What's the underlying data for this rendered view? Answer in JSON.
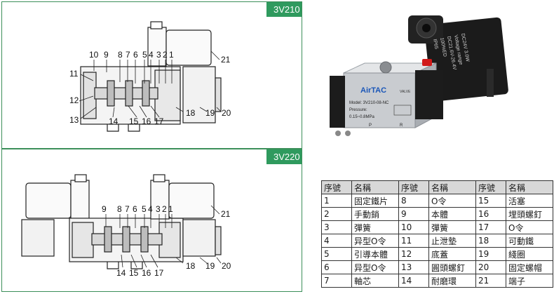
{
  "diagram_top": {
    "tag": "3V210",
    "callouts": [
      "10",
      "9",
      "8",
      "7",
      "6",
      "5",
      "4",
      "3",
      "2",
      "1",
      "11",
      "12",
      "13",
      "14",
      "15",
      "16",
      "17",
      "18",
      "19",
      "20",
      "21"
    ]
  },
  "diagram_bottom": {
    "tag": "3V220",
    "callouts": [
      "9",
      "8",
      "7",
      "6",
      "5",
      "4",
      "3",
      "2",
      "1",
      "14",
      "15",
      "16",
      "17",
      "18",
      "19",
      "20",
      "21"
    ]
  },
  "product": {
    "brand": "AirTAC",
    "valve_label": "VALVE",
    "model": "Model: 3V210-08-NC",
    "pressure_label": "Pressure:",
    "pressure": "0.15~0.8MPa",
    "port_p": "P",
    "port_r": "R",
    "coil_text": [
      "DC24V 3.0W",
      "Voltage range",
      "DC21.6V-26.4V",
      "100%ED",
      "IP65"
    ]
  },
  "table": {
    "headers": [
      "序號",
      "名稱",
      "序號",
      "名稱",
      "序號",
      "名稱"
    ],
    "rows": [
      [
        "1",
        "固定鐵片",
        "8",
        "O令",
        "15",
        "活塞"
      ],
      [
        "2",
        "手動銷",
        "9",
        "本體",
        "16",
        "埋頭螺釘"
      ],
      [
        "3",
        "彈簧",
        "10",
        "彈簧",
        "17",
        "O令"
      ],
      [
        "4",
        "异型O令",
        "11",
        "止泄墊",
        "18",
        "可動鐵"
      ],
      [
        "5",
        "引導本體",
        "12",
        "底蓋",
        "19",
        "綫圈"
      ],
      [
        "6",
        "异型O令",
        "13",
        "圓頭螺釘",
        "20",
        "固定螺帽"
      ],
      [
        "7",
        "軸芯",
        "14",
        "耐磨環",
        "21",
        "端子"
      ]
    ]
  },
  "colors": {
    "accent": "#2f9a5e",
    "body_metal": "#c9ccd0",
    "coil": "#1b1b1b",
    "button_red": "#d11a1a"
  }
}
